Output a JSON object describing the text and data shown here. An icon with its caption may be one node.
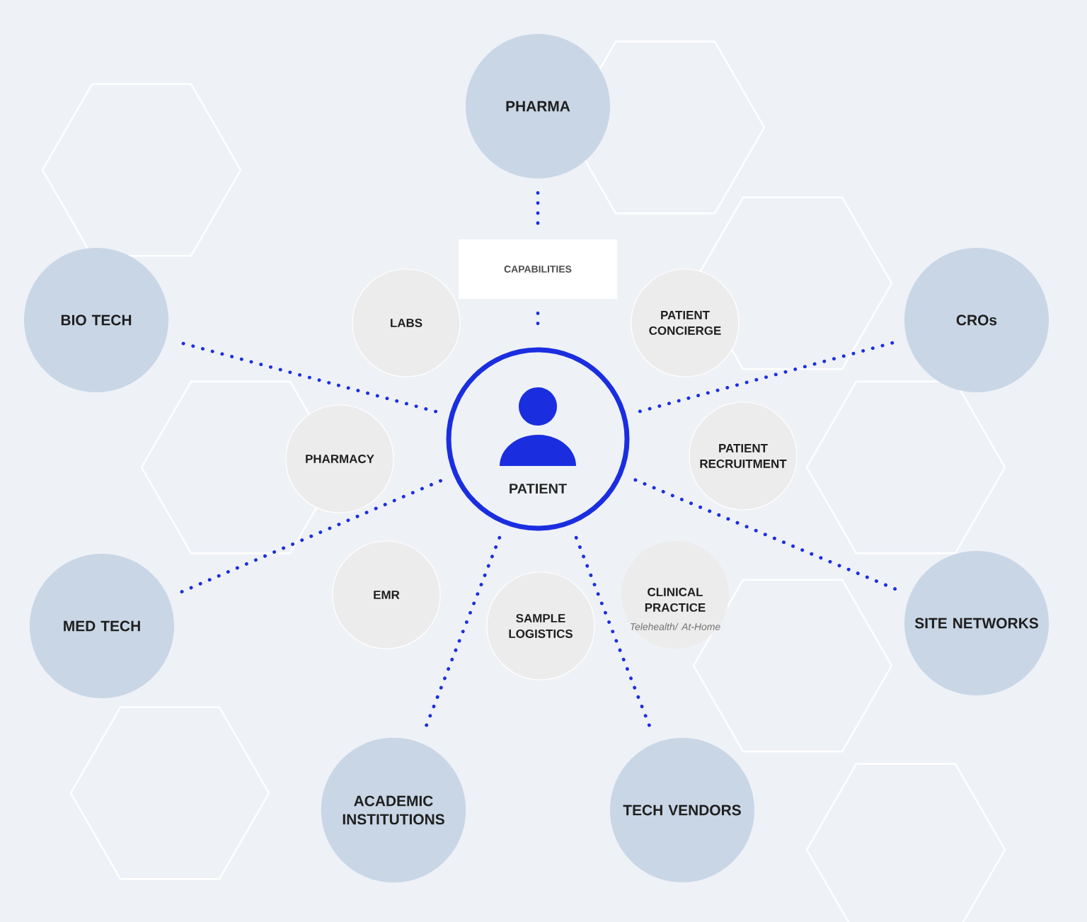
{
  "diagram": {
    "nodes": [
      {
        "text": [
          "PATIENT"
        ]
      },
      {
        "text": [
          "PHARMA"
        ]
      },
      {
        "text": [
          "BIO TECH"
        ]
      },
      {
        "text": [
          "CROs"
        ]
      },
      {
        "text": [
          "MED TECH"
        ]
      },
      {
        "text": [
          "SITE NETWORKS"
        ]
      },
      {
        "text": [
          "ACADEMIC INSTITUTIONS"
        ]
      },
      {
        "text": [
          "TECH VENDORS"
        ]
      },
      {
        "text": [
          "CAPABILITIES"
        ]
      },
      {
        "text": [
          "LABS"
        ]
      },
      {
        "text": [
          "PATIENT CONCIERGE"
        ]
      },
      {
        "text": [
          "PHARMACY"
        ]
      },
      {
        "text": [
          "PATIENT RECRUITMENT"
        ]
      },
      {
        "text": [
          "EMR"
        ]
      },
      {
        "text": [
          "SAMPLE LOGISTICS"
        ]
      },
      {
        "text": [
          "CLINICAL PRACTICE",
          "Telehealth/ At-Home"
        ]
      }
    ],
    "edges": [
      {
        "from": 1,
        "to": 8,
        "arrow": "none"
      },
      {
        "from": 8,
        "to": 0,
        "arrow": "none"
      },
      {
        "from": 0,
        "to": 2,
        "arrow": "none"
      },
      {
        "from": 0,
        "to": 3,
        "arrow": "none"
      },
      {
        "from": 0,
        "to": 4,
        "arrow": "none"
      },
      {
        "from": 0,
        "to": 5,
        "arrow": "none"
      },
      {
        "from": 0,
        "to": 6,
        "arrow": "none"
      },
      {
        "from": 0,
        "to": 7,
        "arrow": "none"
      }
    ]
  }
}
